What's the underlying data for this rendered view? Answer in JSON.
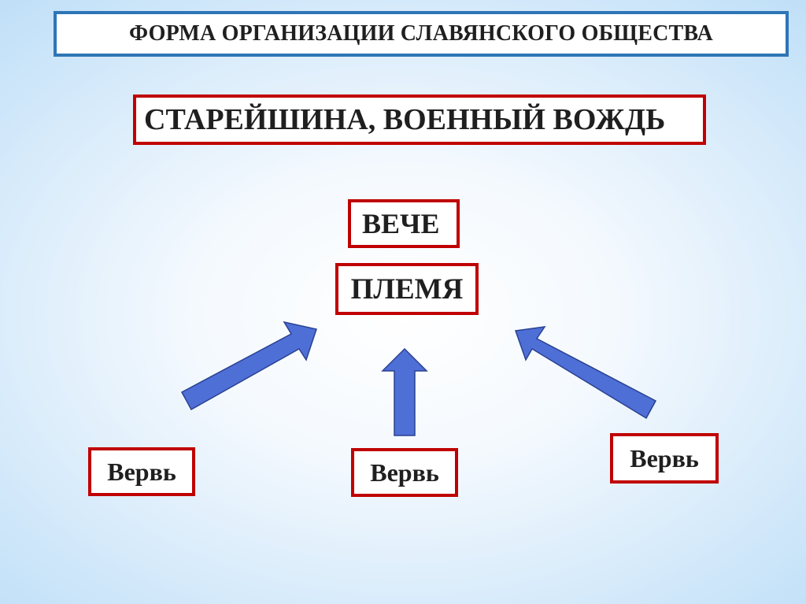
{
  "title": "ФОРМА ОРГАНИЗАЦИИ СЛАВЯНСКОГО ОБЩЕСТВА",
  "leader": "СТАРЕЙШИНА, ВОЕННЫЙ ВОЖДЬ",
  "assembly": "ВЕЧЕ",
  "tribe": "ПЛЕМЯ",
  "communities": [
    "Вервь",
    "Вервь",
    "Вервь"
  ],
  "colors": {
    "title_border": "#2e75b6",
    "box_border": "#c00000",
    "arrow_fill": "#4e6fd6"
  }
}
